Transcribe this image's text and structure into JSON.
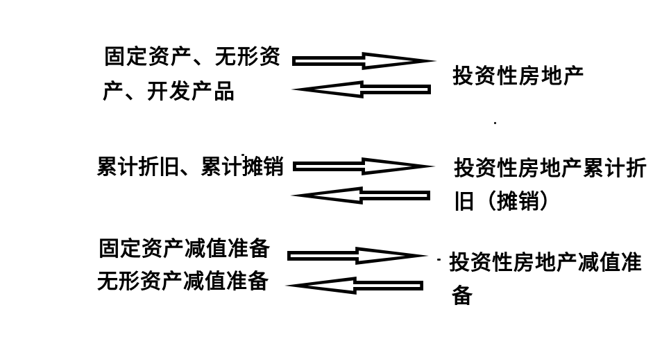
{
  "colors": {
    "background": "#ffffff",
    "ink": "#000000"
  },
  "diagram": {
    "rows": [
      {
        "left_lines": [
          "固定资产、无形资",
          "产、开发产品"
        ],
        "right_lines": [
          "投资性房地产"
        ],
        "arrows": {
          "forward": "block-arrow-right-icon",
          "backward": "block-arrow-left-icon"
        }
      },
      {
        "left_lines": [
          "累计折旧、累计摊销"
        ],
        "right_lines": [
          "投资性房地产累计折",
          "旧（摊销）"
        ],
        "arrows": {
          "forward": "block-arrow-right-icon",
          "backward": "block-arrow-left-icon"
        }
      },
      {
        "left_lines": [
          "固定资产减值准备",
          "无形资产减值准备"
        ],
        "right_lines": [
          "投资性房地产减值准",
          "备"
        ],
        "arrows": {
          "forward": "block-arrow-right-icon",
          "backward": "block-arrow-left-icon"
        }
      }
    ],
    "artifacts": [
      "ink-dot",
      "ink-dot",
      "ink-dash"
    ]
  }
}
